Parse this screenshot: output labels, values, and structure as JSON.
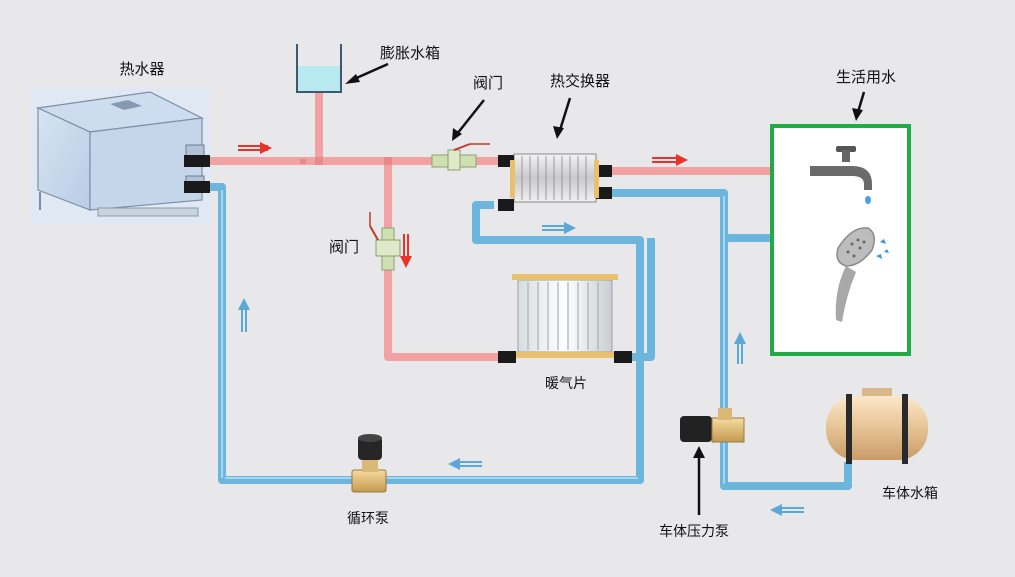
{
  "labels": {
    "water_heater": "热水器",
    "expansion_tank": "膨胀水箱",
    "valve_top": "阀门",
    "heat_exchanger": "热交换器",
    "domestic_water": "生活用水",
    "valve_left": "阀门",
    "radiator": "暖气片",
    "circulation_pump": "循环泵",
    "pressure_pump": "车体压力泵",
    "vehicle_tank": "车体水箱"
  },
  "colors": {
    "hot_pipe": "#f2a2a2",
    "cold_pipe": "#6cb5dd",
    "hot_arrow": "#e8322a",
    "cold_arrow": "#5aa8d8",
    "domestic_box_border": "#22aa44",
    "background": "#e8e8ea"
  },
  "icons": {
    "faucet": "faucet-icon",
    "shower": "shower-head-icon"
  }
}
